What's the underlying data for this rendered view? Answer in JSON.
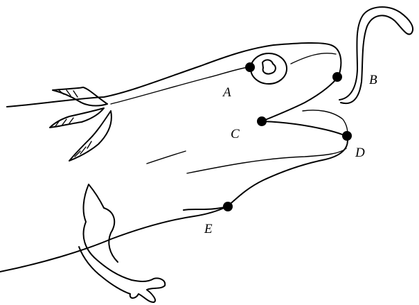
{
  "diagram": {
    "points": [
      {
        "id": "A",
        "label": "A"
      },
      {
        "id": "B",
        "label": "B"
      },
      {
        "id": "C",
        "label": "C"
      },
      {
        "id": "D",
        "label": "D"
      },
      {
        "id": "E",
        "label": "E"
      }
    ]
  }
}
